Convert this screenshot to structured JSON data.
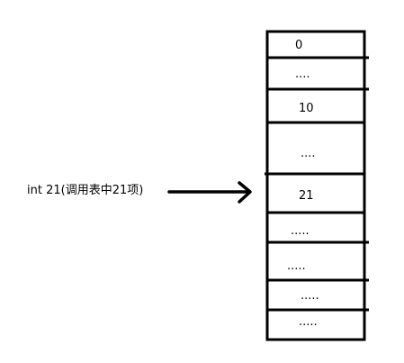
{
  "label": {
    "text": "int 21(调用表中21项)"
  },
  "table": {
    "cells": [
      {
        "text": "0"
      },
      {
        "text": "...."
      },
      {
        "text": "10"
      },
      {
        "text": "...."
      },
      {
        "text": "21"
      },
      {
        "text": "....."
      },
      {
        "text": "....."
      },
      {
        "text": "....."
      },
      {
        "text": "....."
      }
    ]
  },
  "colors": {
    "stroke": "#000000",
    "background": "#ffffff"
  }
}
